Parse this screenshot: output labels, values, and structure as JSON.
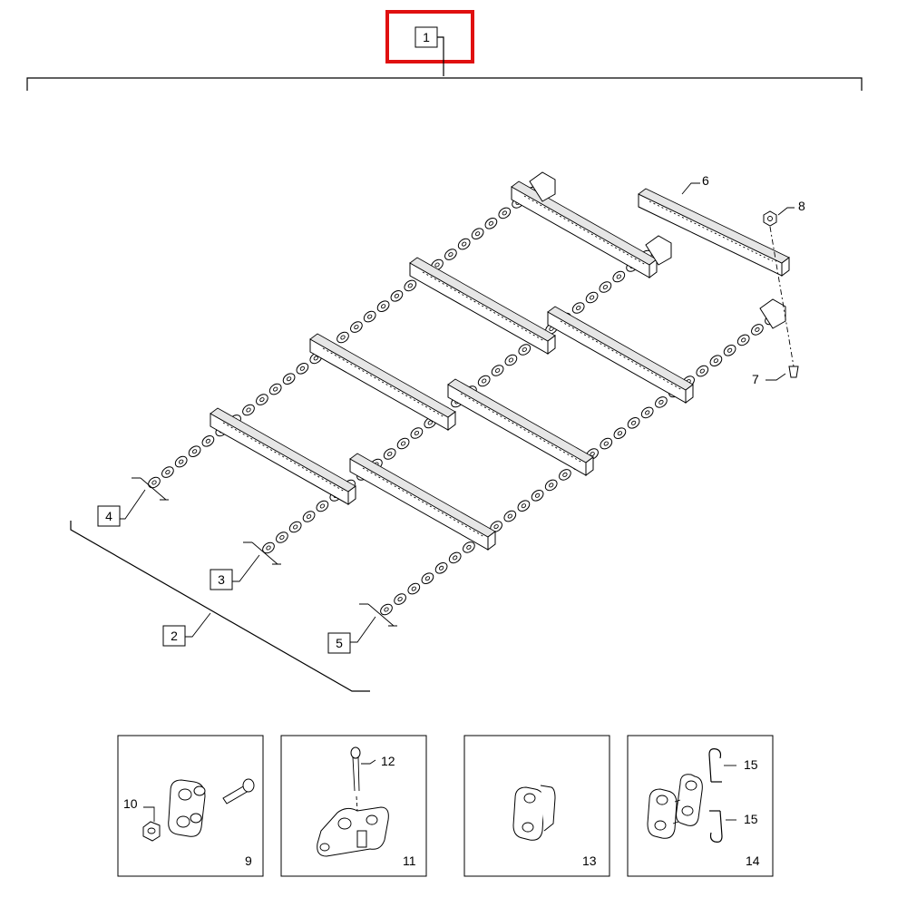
{
  "callouts": {
    "c1": "1",
    "c2": "2",
    "c3": "3",
    "c4": "4",
    "c5": "5",
    "c6": "6",
    "c7": "7",
    "c8": "8",
    "c9": "9",
    "c10": "10",
    "c11": "11",
    "c12": "12",
    "c13": "13",
    "c14": "14",
    "c15a": "15",
    "c15b": "15"
  },
  "highlight_color": "#e01010"
}
